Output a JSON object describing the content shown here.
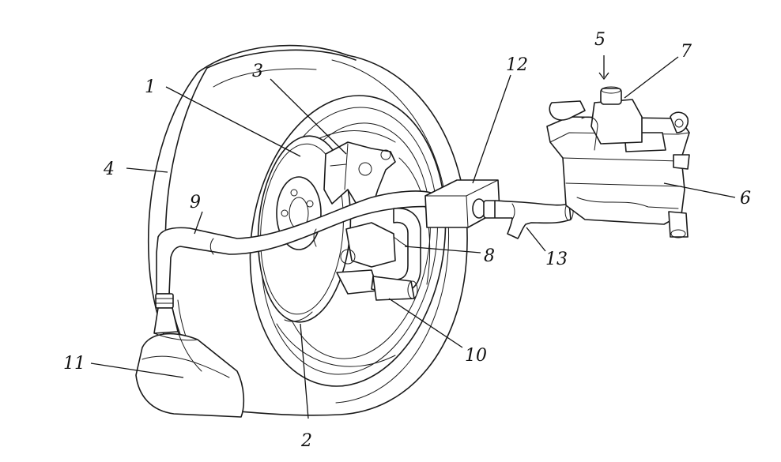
{
  "figure": {
    "reference_numerals": [
      "1",
      "2",
      "3",
      "4",
      "5",
      "6",
      "7",
      "8",
      "9",
      "10",
      "11",
      "12",
      "13"
    ]
  }
}
